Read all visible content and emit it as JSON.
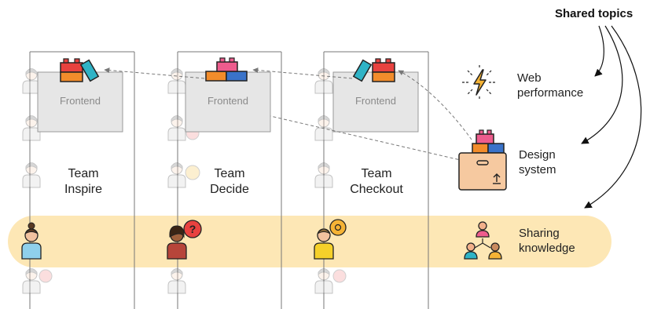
{
  "shared_topics_title": "Shared topics",
  "teams": [
    {
      "name": "Team Inspire",
      "line1": "Team",
      "line2": "Inspire",
      "frontend": "Frontend"
    },
    {
      "name": "Team Decide",
      "line1": "Team",
      "line2": "Decide",
      "frontend": "Frontend"
    },
    {
      "name": "Team Checkout",
      "line1": "Team",
      "line2": "Checkout",
      "frontend": "Frontend"
    }
  ],
  "topics": [
    {
      "line1": "Web",
      "line2": "performance",
      "icon": "lightning-icon"
    },
    {
      "line1": "Design",
      "line2": "system",
      "icon": "box-with-blocks-icon"
    },
    {
      "line1": "Sharing",
      "line2": "knowledge",
      "icon": "people-network-icon"
    }
  ],
  "colors": {
    "highlight_band": "#fde7b5",
    "block_red": "#e8423f",
    "block_orange": "#f28c2b",
    "block_blue": "#3a73c9",
    "block_teal": "#2fb3c6",
    "block_pink": "#ee5c8d",
    "box": "#f6c9a0",
    "frontend_box": "#e6e6e6"
  }
}
